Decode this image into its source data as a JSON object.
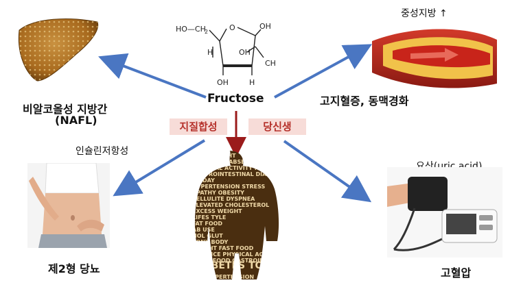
{
  "center": {
    "molecule_name": "Fructose",
    "atoms": {
      "hoch2_top": "HO—CH",
      "o_ring": "O",
      "oh_right": "OH",
      "ch2oh": "CH",
      "oh_mid_left": "OH",
      "oh_mid_right": "OH",
      "h": "H",
      "sub2": "2"
    }
  },
  "boxes": {
    "lipogenesis": "지질합성",
    "gluconeogenesis": "당신생"
  },
  "labels": {
    "nafl": "비알코올성 지방간",
    "nafl_abbr": "(NAFL)",
    "insulin": "인슐린저항성",
    "diabetes": "제2형 당뇨",
    "triglyceride": "중성지방 ↑",
    "hyperlipidemia": "고지혈증, 동맥경화",
    "uric": "요산(uric acid)",
    "hypertension": "고혈압"
  },
  "body_words": [
    "BODY",
    "WEIGHT",
    "FAST FOOD",
    "ABSENCE",
    "PHYSICAL ACTIVITY",
    "FATTY FOOD",
    "GASTROINTESTINAL",
    "DIABETES",
    "TO",
    "DAY",
    "HYPERTENSION",
    "STRESS",
    "APATHY",
    "OBESITY",
    "CELLULITE",
    "DYSPNEA",
    "ELEVATED",
    "CHOLESTEROL",
    "EXCESS",
    "WEIGHT",
    "LIFES",
    "TYLE",
    "FAT",
    "FOOD",
    "AB",
    "USE",
    "HOL",
    "GLUT",
    "TONY"
  ],
  "colors": {
    "arrow_blue": "#4a76c2",
    "arrow_red": "#9b1b1b",
    "box_bg": "#f7dcd8",
    "box_text": "#b5302a",
    "liver": "#a86a1e",
    "silhouette": "#4a2e10"
  }
}
